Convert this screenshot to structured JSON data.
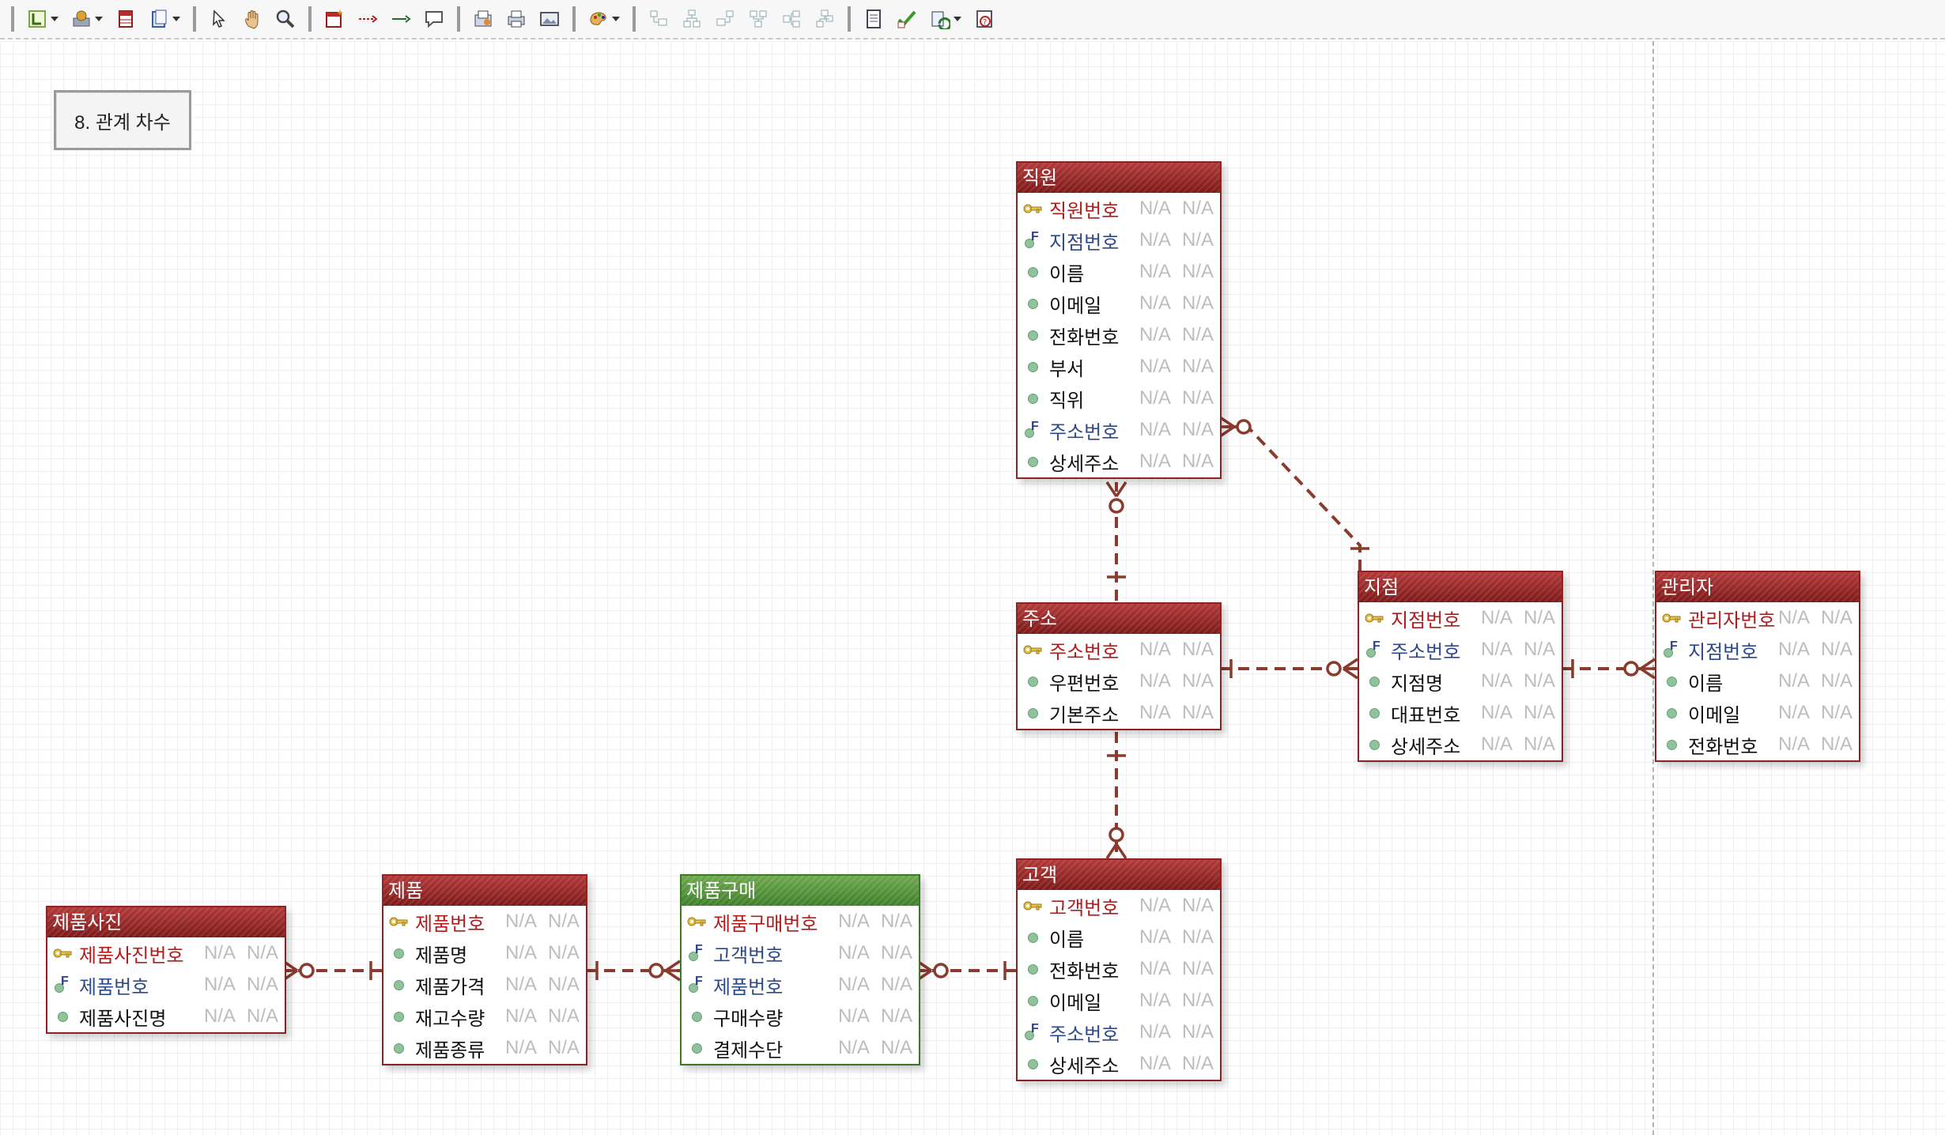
{
  "diagram": {
    "title": "8. 관계 차수",
    "colors": {
      "entity_red": "#8e2323",
      "entity_green": "#3b7a25",
      "relationship": "#8b3a2e"
    },
    "entities": {
      "employee": {
        "name": "직원",
        "attributes": [
          {
            "name": "직원번호",
            "key": "pk",
            "type": "N/A",
            "nullable": "N/A"
          },
          {
            "name": "지점번호",
            "key": "fk",
            "type": "N/A",
            "nullable": "N/A"
          },
          {
            "name": "이름",
            "key": "",
            "type": "N/A",
            "nullable": "N/A"
          },
          {
            "name": "이메일",
            "key": "",
            "type": "N/A",
            "nullable": "N/A"
          },
          {
            "name": "전화번호",
            "key": "",
            "type": "N/A",
            "nullable": "N/A"
          },
          {
            "name": "부서",
            "key": "",
            "type": "N/A",
            "nullable": "N/A"
          },
          {
            "name": "직위",
            "key": "",
            "type": "N/A",
            "nullable": "N/A"
          },
          {
            "name": "주소번호",
            "key": "fk",
            "type": "N/A",
            "nullable": "N/A"
          },
          {
            "name": "상세주소",
            "key": "",
            "type": "N/A",
            "nullable": "N/A"
          }
        ]
      },
      "address": {
        "name": "주소",
        "attributes": [
          {
            "name": "주소번호",
            "key": "pk",
            "type": "N/A",
            "nullable": "N/A"
          },
          {
            "name": "우편번호",
            "key": "",
            "type": "N/A",
            "nullable": "N/A"
          },
          {
            "name": "기본주소",
            "key": "",
            "type": "N/A",
            "nullable": "N/A"
          }
        ]
      },
      "branch": {
        "name": "지점",
        "attributes": [
          {
            "name": "지점번호",
            "key": "pk",
            "type": "N/A",
            "nullable": "N/A"
          },
          {
            "name": "주소번호",
            "key": "fk",
            "type": "N/A",
            "nullable": "N/A"
          },
          {
            "name": "지점명",
            "key": "",
            "type": "N/A",
            "nullable": "N/A"
          },
          {
            "name": "대표번호",
            "key": "",
            "type": "N/A",
            "nullable": "N/A"
          },
          {
            "name": "상세주소",
            "key": "",
            "type": "N/A",
            "nullable": "N/A"
          }
        ]
      },
      "manager": {
        "name": "관리자",
        "attributes": [
          {
            "name": "관리자번호",
            "key": "pk",
            "type": "N/A",
            "nullable": "N/A"
          },
          {
            "name": "지점번호",
            "key": "fk",
            "type": "N/A",
            "nullable": "N/A"
          },
          {
            "name": "이름",
            "key": "",
            "type": "N/A",
            "nullable": "N/A"
          },
          {
            "name": "이메일",
            "key": "",
            "type": "N/A",
            "nullable": "N/A"
          },
          {
            "name": "전화번호",
            "key": "",
            "type": "N/A",
            "nullable": "N/A"
          }
        ]
      },
      "customer": {
        "name": "고객",
        "attributes": [
          {
            "name": "고객번호",
            "key": "pk",
            "type": "N/A",
            "nullable": "N/A"
          },
          {
            "name": "이름",
            "key": "",
            "type": "N/A",
            "nullable": "N/A"
          },
          {
            "name": "전화번호",
            "key": "",
            "type": "N/A",
            "nullable": "N/A"
          },
          {
            "name": "이메일",
            "key": "",
            "type": "N/A",
            "nullable": "N/A"
          },
          {
            "name": "주소번호",
            "key": "fk",
            "type": "N/A",
            "nullable": "N/A"
          },
          {
            "name": "상세주소",
            "key": "",
            "type": "N/A",
            "nullable": "N/A"
          }
        ]
      },
      "purchase": {
        "name": "제품구매",
        "attributes": [
          {
            "name": "제품구매번호",
            "key": "pk",
            "type": "N/A",
            "nullable": "N/A"
          },
          {
            "name": "고객번호",
            "key": "fk",
            "type": "N/A",
            "nullable": "N/A"
          },
          {
            "name": "제품번호",
            "key": "fk",
            "type": "N/A",
            "nullable": "N/A"
          },
          {
            "name": "구매수량",
            "key": "",
            "type": "N/A",
            "nullable": "N/A"
          },
          {
            "name": "결제수단",
            "key": "",
            "type": "N/A",
            "nullable": "N/A"
          }
        ]
      },
      "product": {
        "name": "제품",
        "attributes": [
          {
            "name": "제품번호",
            "key": "pk",
            "type": "N/A",
            "nullable": "N/A"
          },
          {
            "name": "제품명",
            "key": "",
            "type": "N/A",
            "nullable": "N/A"
          },
          {
            "name": "제품가격",
            "key": "",
            "type": "N/A",
            "nullable": "N/A"
          },
          {
            "name": "재고수량",
            "key": "",
            "type": "N/A",
            "nullable": "N/A"
          },
          {
            "name": "제품종류",
            "key": "",
            "type": "N/A",
            "nullable": "N/A"
          }
        ]
      },
      "photo": {
        "name": "제품사진",
        "attributes": [
          {
            "name": "제품사진번호",
            "key": "pk",
            "type": "N/A",
            "nullable": "N/A"
          },
          {
            "name": "제품번호",
            "key": "fk",
            "type": "N/A",
            "nullable": "N/A"
          },
          {
            "name": "제품사진명",
            "key": "",
            "type": "N/A",
            "nullable": "N/A"
          }
        ]
      }
    }
  },
  "toolbar": {
    "icons": [
      "layout-icon",
      "palette-icon",
      "table-icon",
      "page-icon",
      "pointer-icon",
      "hand-icon",
      "zoom-icon",
      "new-table-icon",
      "relation-dashed-icon",
      "relation-solid-icon",
      "note-icon",
      "export-icon",
      "print-icon",
      "image-icon",
      "theme-icon",
      "align-left-icon",
      "align-center-icon",
      "align-right-icon",
      "align-top-icon",
      "align-middle-icon",
      "align-bottom-icon",
      "document-icon",
      "validate-icon",
      "sync-icon",
      "help-icon"
    ]
  }
}
